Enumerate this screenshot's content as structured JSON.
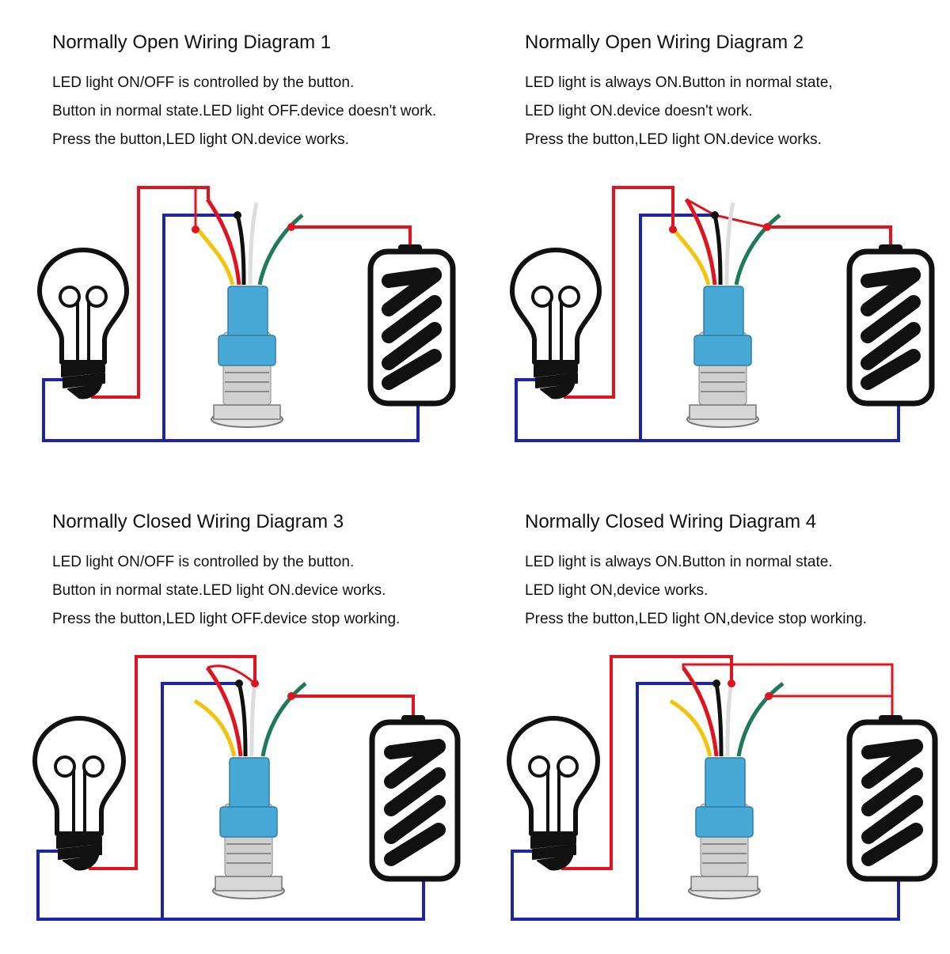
{
  "colors": {
    "wire_red": "#e0141e",
    "wire_blue": "#1c24a8",
    "wire_yellow": "#f2c40c",
    "wire_black": "#111111",
    "wire_white": "#dddddd",
    "wire_green": "#1f7a5a",
    "switch_body": "#49a9d6",
    "metal": "#c8c8c8"
  },
  "icons": [
    "light-bulb-icon",
    "battery-icon",
    "push-button-switch-icon"
  ],
  "panels": [
    {
      "title": "Normally Open Wiring Diagram 1",
      "lines": [
        "LED light ON/OFF is controlled by the button.",
        "Button in normal state.LED light OFF.device doesn't work.",
        "Press the button,LED light ON.device works."
      ]
    },
    {
      "title": "Normally Open Wiring Diagram 2",
      "lines": [
        "LED light is always ON.Button in normal state,",
        "LED light ON.device doesn't work.",
        "Press the button,LED light ON.device works."
      ]
    },
    {
      "title": "Normally Closed Wiring Diagram 3",
      "lines": [
        "LED light ON/OFF is controlled by the button.",
        "Button in normal state.LED light ON.device works.",
        "Press the button,LED light OFF.device stop working."
      ]
    },
    {
      "title": "Normally Closed Wiring Diagram 4",
      "lines": [
        "LED light is always ON.Button in normal state.",
        "LED light ON,device works.",
        "Press the button,LED light ON,device stop working."
      ]
    }
  ]
}
